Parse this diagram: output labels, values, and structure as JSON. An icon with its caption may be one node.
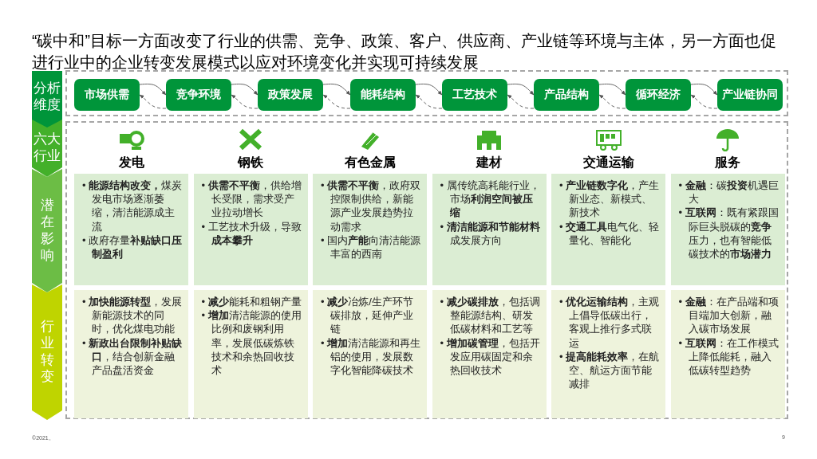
{
  "diagram": {
    "title": "“碳中和”目标一方面改变了行业的供需、竞争、政策、客户、供应商、产业链等环境与主体，另一方面也促进行业中的企业转变发展模式以应对环境变化并实现可持续发展",
    "nodes": [
      {
        "text": [
          "分析维度"
        ]
      },
      {
        "text": [],
        "shape": "box"
      },
      {
        "text": [
          "市场供需"
        ],
        "in": 1
      },
      {
        "text": [
          "竞争环境"
        ],
        "in": 1
      },
      {
        "text": [
          "政策发展"
        ],
        "in": 1
      },
      {
        "text": [
          "能耗结构"
        ],
        "in": 1
      },
      {
        "text": [
          "工艺技术"
        ],
        "in": 1
      },
      {
        "text": [
          "产品结构"
        ],
        "in": 1
      },
      {
        "text": [
          "循环经济"
        ],
        "in": 1
      },
      {
        "text": [
          "产业链协同"
        ],
        "in": 1
      },
      {
        "text": [
          "六大行业"
        ]
      },
      {
        "text": [
          "潜在影响"
        ]
      },
      {
        "text": [
          "行业转变"
        ]
      },
      {
        "text": [],
        "shape": "box"
      },
      {
        "text": [
          "发电"
        ],
        "in": 13
      },
      {
        "text": [
          "钢铁"
        ],
        "in": 13
      },
      {
        "text": [
          "有色金属"
        ],
        "in": 13
      },
      {
        "text": [
          "建材"
        ],
        "in": 13
      },
      {
        "text": [
          "交通运输"
        ],
        "in": 13
      },
      {
        "text": [
          "服务"
        ],
        "in": 13
      },
      {
        "text": [
          "• **能源结构改变，**煤炭发电市场逐渐萎缩，清洁能源成主流",
          "• 政府存量**补贴缺口压制盈利**"
        ],
        "in": 13
      },
      {
        "text": [
          "• **供需不平衡**，供给增长受限，需求受产业拉动增长",
          "• 工艺技术升级，导致**成本攀升**"
        ],
        "in": 13
      },
      {
        "text": [
          "• **供需不平衡**，政府双控限制供给，新能源产业发展趋势拉动需求",
          "• 国内**产能**向清洁能源丰富的西南"
        ],
        "in": 13
      },
      {
        "text": [
          "• 属传统高耗能行业，市场**利润空间被压缩**",
          "• **清洁能源和节能材料**成发展方向"
        ],
        "in": 13
      },
      {
        "text": [
          "• **产业链数字化**，产生新业态、新模式、新技术",
          "• **交通工具**电气化、轻量化、智能化"
        ],
        "in": 13
      },
      {
        "text": [
          "• **金融**：碳**投资**机遇巨大",
          "• **互联网**：既有紧跟国际巨头脱碳的**竞争**压力，也有智能低碳技术的**市场潜力**"
        ],
        "in": 13
      },
      {
        "text": [
          "• **加快能源转型**，发展新能源技术的同时，优化煤电功能",
          "• **新政出台限制补贴缺口**，结合创新金融产品盘活资金"
        ],
        "in": 13
      },
      {
        "text": [
          "• **减少**能耗和粗钢产量",
          "• **增加**清洁能源的使用比例和废钢利用率，发展低碳炼铁技术和余热回收技术"
        ],
        "in": 13
      },
      {
        "text": [
          "• **减少**冶炼/生产环节碳排放，延伸产业链",
          "• **增加**清洁能源和再生铝的使用，发展数字化智能降碳技术"
        ],
        "in": 13
      },
      {
        "text": [
          "• **减少碳排放**，包括调整能源结构、研发低碳材料和工艺等",
          "• **增加碳管理**，包括开发应用碳固定和余热回收技术"
        ],
        "in": 13
      },
      {
        "text": [
          "• **优化运输结构**，主观上倡导低碳出行，客观上推行多式联运",
          "• **提高能耗效率**，在航空、航运方面节能减排"
        ],
        "in": 13
      },
      {
        "text": [
          "• **金融**：在产品端和项目端加大创新，融入碳市场发展",
          "• **互联网**：在工作模式上降低能耗，融入低碳转型趋势"
        ],
        "in": 13
      }
    ],
    "edges": [
      {
        "from": 2,
        "to": 3,
        "arrow": "to"
      },
      {
        "from": 3,
        "to": 2,
        "arrow": "to",
        "style": "dashed"
      },
      {
        "from": 3,
        "to": 4,
        "arrow": "to"
      },
      {
        "from": 4,
        "to": 3,
        "arrow": "to",
        "style": "dashed"
      },
      {
        "from": 4,
        "to": 5,
        "arrow": "to"
      },
      {
        "from": 5,
        "to": 4,
        "arrow": "to",
        "style": "dashed"
      },
      {
        "from": 5,
        "to": 6,
        "arrow": "to"
      },
      {
        "from": 6,
        "to": 5,
        "arrow": "to",
        "style": "dashed"
      },
      {
        "from": 6,
        "to": 7,
        "arrow": "to"
      },
      {
        "from": 7,
        "to": 6,
        "arrow": "to",
        "style": "dashed"
      },
      {
        "from": 7,
        "to": 8,
        "arrow": "to"
      },
      {
        "from": 8,
        "to": 7,
        "arrow": "to",
        "style": "dashed"
      },
      {
        "from": 8,
        "to": 9,
        "arrow": "to"
      },
      {
        "from": 9,
        "to": 8,
        "arrow": "to",
        "style": "dashed"
      }
    ],
    "labels": [
      "©2021。",
      "9"
    ]
  }
}
